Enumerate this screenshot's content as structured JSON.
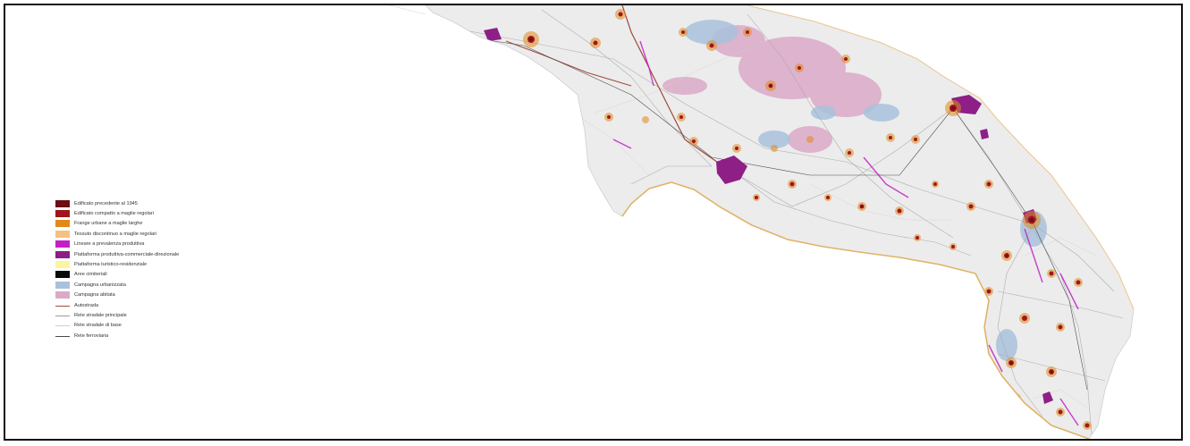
{
  "legend": {
    "items": [
      {
        "label": "Edificato precedente al 1945",
        "type": "fill",
        "color": "#6b0f12"
      },
      {
        "label": "Edificato compatto a maglie regolari",
        "type": "fill",
        "color": "#a1161b"
      },
      {
        "label": "Frange urbane a maglie larghe",
        "type": "fill",
        "color": "#e18a1c"
      },
      {
        "label": "Tessuto discontinuo a maglie regolari",
        "type": "fill",
        "color": "#f2c281"
      },
      {
        "label": "Lineare a prevalenza produttiva",
        "type": "fill",
        "color": "#c41fc6"
      },
      {
        "label": "Piattaforma produttiva-commerciale-direzionale",
        "type": "fill",
        "color": "#8e1f86"
      },
      {
        "label": "Piattaforma turistico-residenziale",
        "type": "fill",
        "color": "#fbf5a0"
      },
      {
        "label": "Aree cimiteriali",
        "type": "fill",
        "color": "#0a0a0a"
      },
      {
        "label": "Campagna urbanizzata",
        "type": "fill",
        "color": "#a9c2dc"
      },
      {
        "label": "Campagna abitata",
        "type": "fill",
        "color": "#dcaac8"
      },
      {
        "label": "Autostrada",
        "type": "line",
        "color": "#a04a3a"
      },
      {
        "label": "Rete stradale principale",
        "type": "line",
        "color": "#9a9a9a"
      },
      {
        "label": "Rete stradale di base",
        "type": "line",
        "color": "#cfcfcf"
      },
      {
        "label": "Rete ferroviaria",
        "type": "line",
        "color": "#4a4a4a"
      }
    ]
  },
  "map": {
    "land_color": "#ededed",
    "coast_color": "#e0a84a"
  }
}
